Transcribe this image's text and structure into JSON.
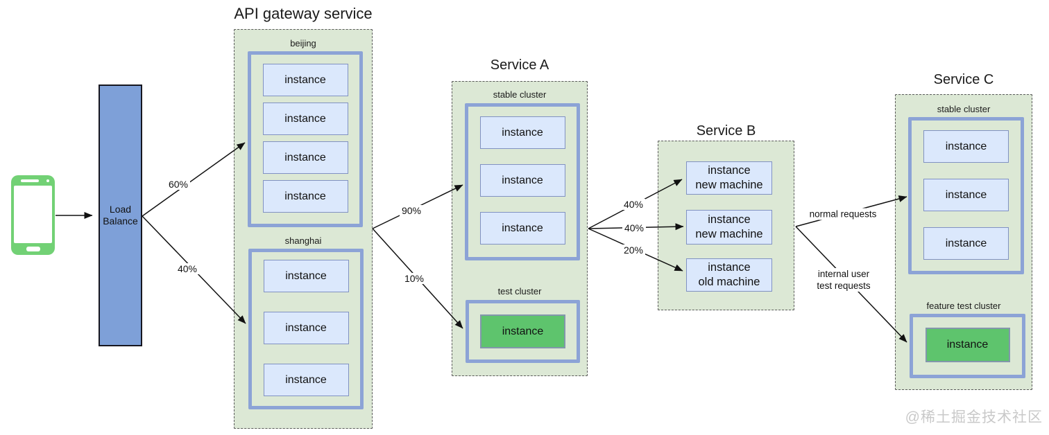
{
  "diagram": {
    "client": {
      "icon": "smartphone-icon"
    },
    "load_balancer": {
      "label": "Load Balance"
    },
    "api_gateway": {
      "title": "API gateway service",
      "clusters": [
        {
          "name": "beijing",
          "instances": [
            "instance",
            "instance",
            "instance",
            "instance"
          ]
        },
        {
          "name": "shanghai",
          "instances": [
            "instance",
            "instance",
            "instance"
          ]
        }
      ]
    },
    "service_a": {
      "title": "Service A",
      "stable_cluster": {
        "name": "stable cluster",
        "instances": [
          "instance",
          "instance",
          "instance"
        ]
      },
      "test_cluster": {
        "name": "test cluster",
        "instances": [
          "instance"
        ]
      }
    },
    "service_b": {
      "title": "Service B",
      "instances": [
        {
          "line1": "instance",
          "line2": "new machine"
        },
        {
          "line1": "instance",
          "line2": "new machine"
        },
        {
          "line1": "instance",
          "line2": "old machine"
        }
      ]
    },
    "service_c": {
      "title": "Service C",
      "stable_cluster": {
        "name": "stable cluster",
        "instances": [
          "instance",
          "instance",
          "instance"
        ]
      },
      "feature_test_cluster": {
        "name": "feature test cluster",
        "instances": [
          "instance"
        ]
      }
    },
    "edge_labels": {
      "lb_to_beijing": "60%",
      "lb_to_shanghai": "40%",
      "gateway_to_stable": "90%",
      "gateway_to_test": "10%",
      "a_to_b_top": "40%",
      "a_to_b_mid": "40%",
      "a_to_b_bottom": "20%",
      "b_to_c_normal": "normal requests",
      "b_to_c_internal_line1": "internal user",
      "b_to_c_internal_line2": "test requests"
    },
    "watermark": "@稀土掘金技术社区",
    "colors": {
      "container_fill": "#dce8d5",
      "cluster_border": "#8ca3d6",
      "instance_fill": "#dbe8fc",
      "instance_border": "#8091c2",
      "green_instance_fill": "#5ec46d",
      "green_instance_border": "#8297ab",
      "load_balancer_fill": "#7ea0d8",
      "phone_green": "#72d175",
      "arrow": "#111111",
      "watermark_gray": "#c9c9c9"
    }
  }
}
